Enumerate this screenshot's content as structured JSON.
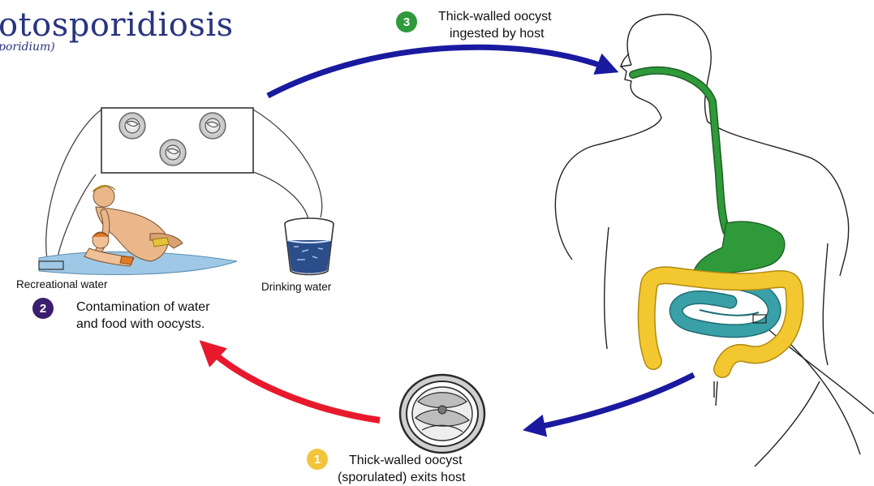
{
  "title": "otosporidiosis",
  "subtitle": "poridium)",
  "steps": [
    {
      "number": "1",
      "line1": "Thick-walled oocyst",
      "line2": "(sporulated) exits host",
      "color": "#f2c43a"
    },
    {
      "number": "2",
      "line1": "Contamination of water",
      "line2": "and food with oocysts.",
      "color": "#3b1f6e"
    },
    {
      "number": "3",
      "line1": "Thick-walled oocyst",
      "line2": "ingested by host",
      "color": "#2e9a3c"
    }
  ],
  "sources": {
    "recreational": "Recreational water",
    "drinking": "Drinking water"
  },
  "colors": {
    "arrow_blue": "#1a1aa0",
    "arrow_red": "#e8192c",
    "gi_green": "#2f9a3a",
    "small_intestine": "#3aa0a8",
    "large_intestine": "#f3c730",
    "title": "#2a3580"
  }
}
